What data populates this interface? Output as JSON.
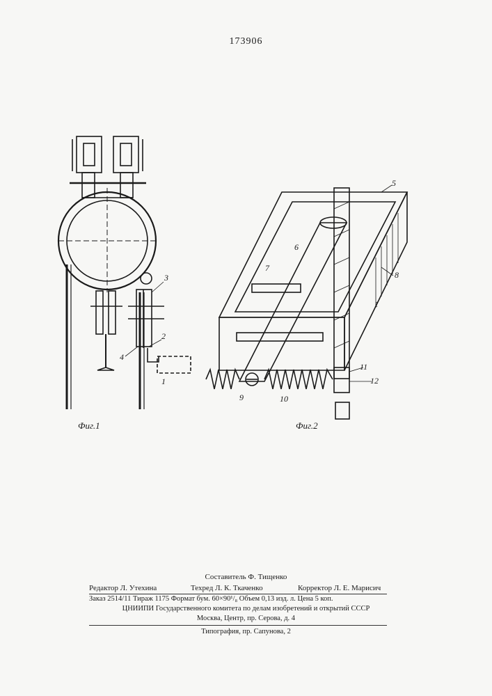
{
  "patent_number": "173906",
  "figures": {
    "fig1_caption": "Фиг.1",
    "fig2_caption": "Фиг.2",
    "fig1_labels": [
      "3",
      "2",
      "4",
      "1"
    ],
    "fig2_labels": [
      "5",
      "6",
      "7",
      "8",
      "1",
      "11",
      "12",
      "9",
      "10"
    ]
  },
  "credits": {
    "compiler": "Составитель  Ф.  Тищенко",
    "editor": "Редактор  Л.  Утехина",
    "techred": "Техред  Л. К. Ткаченко",
    "corrector": "Корректор  Л.  Е.  Марисич"
  },
  "imprint": {
    "line1": "Заказ 2514/11   Тираж 1175   Формат бум. 60×90¹/₈   Объем 0,13 изд. л.   Цена 5 коп.",
    "line2": "ЦНИИПИ Государственного комитета по делам изобретений и открытий СССР",
    "line3": "Москва, Центр, пр. Серова, д. 4",
    "line4": "Типография, пр. Сапунова, 2"
  }
}
